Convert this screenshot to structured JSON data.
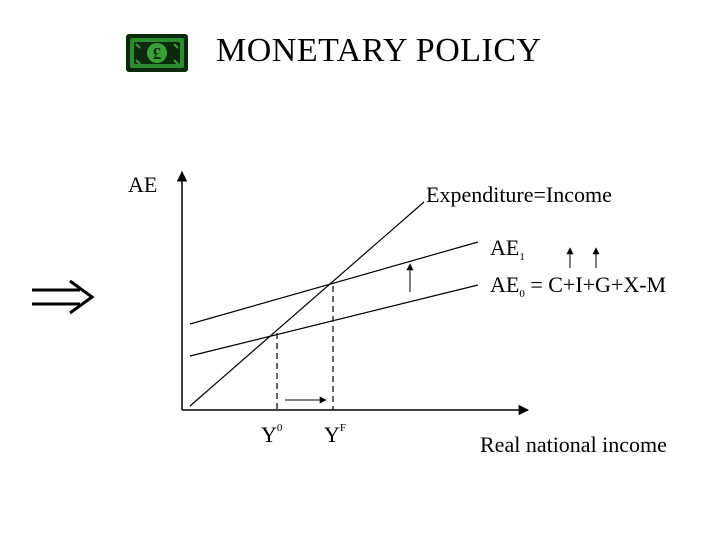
{
  "slide": {
    "title": "MONETARY POLICY",
    "logo_icon": "pound-banknote-icon",
    "implication_icon": "double-right-arrow-icon"
  },
  "diagram": {
    "y_axis_label": "AE",
    "x_axis_label": "Real national income",
    "guide_line_label": "Expenditure=Income",
    "ae1": {
      "main": "AE",
      "sub": "1"
    },
    "ae0": {
      "main": "AE",
      "sub": "0",
      "equation": " = C+I+G+X-M"
    },
    "y0": {
      "main": "Y",
      "sup": "0"
    },
    "yf": {
      "main": "Y",
      "sup": "F"
    }
  },
  "colors": {
    "text": "#000000",
    "banknote_green": "#2e8a2e",
    "banknote_dark": "#0b2a0b"
  }
}
